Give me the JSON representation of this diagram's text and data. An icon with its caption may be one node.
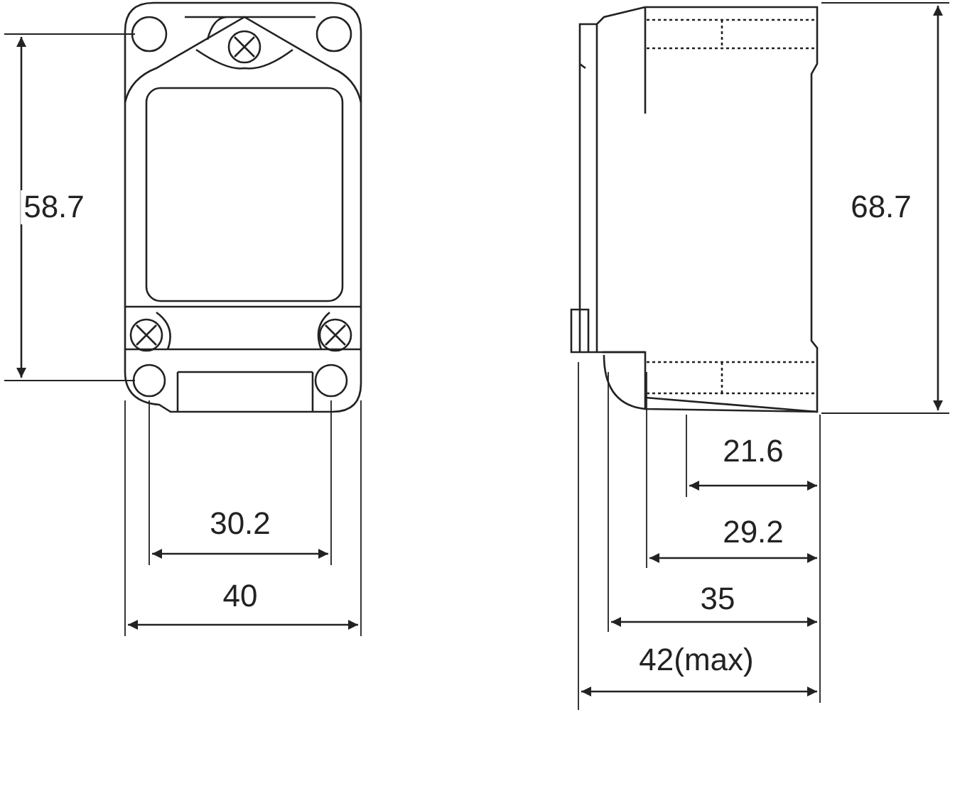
{
  "diagram": {
    "labels": [
      "58.7",
      "30.2",
      "40",
      "68.7",
      "21.6",
      "29.2",
      "35",
      "42(max)"
    ]
  }
}
